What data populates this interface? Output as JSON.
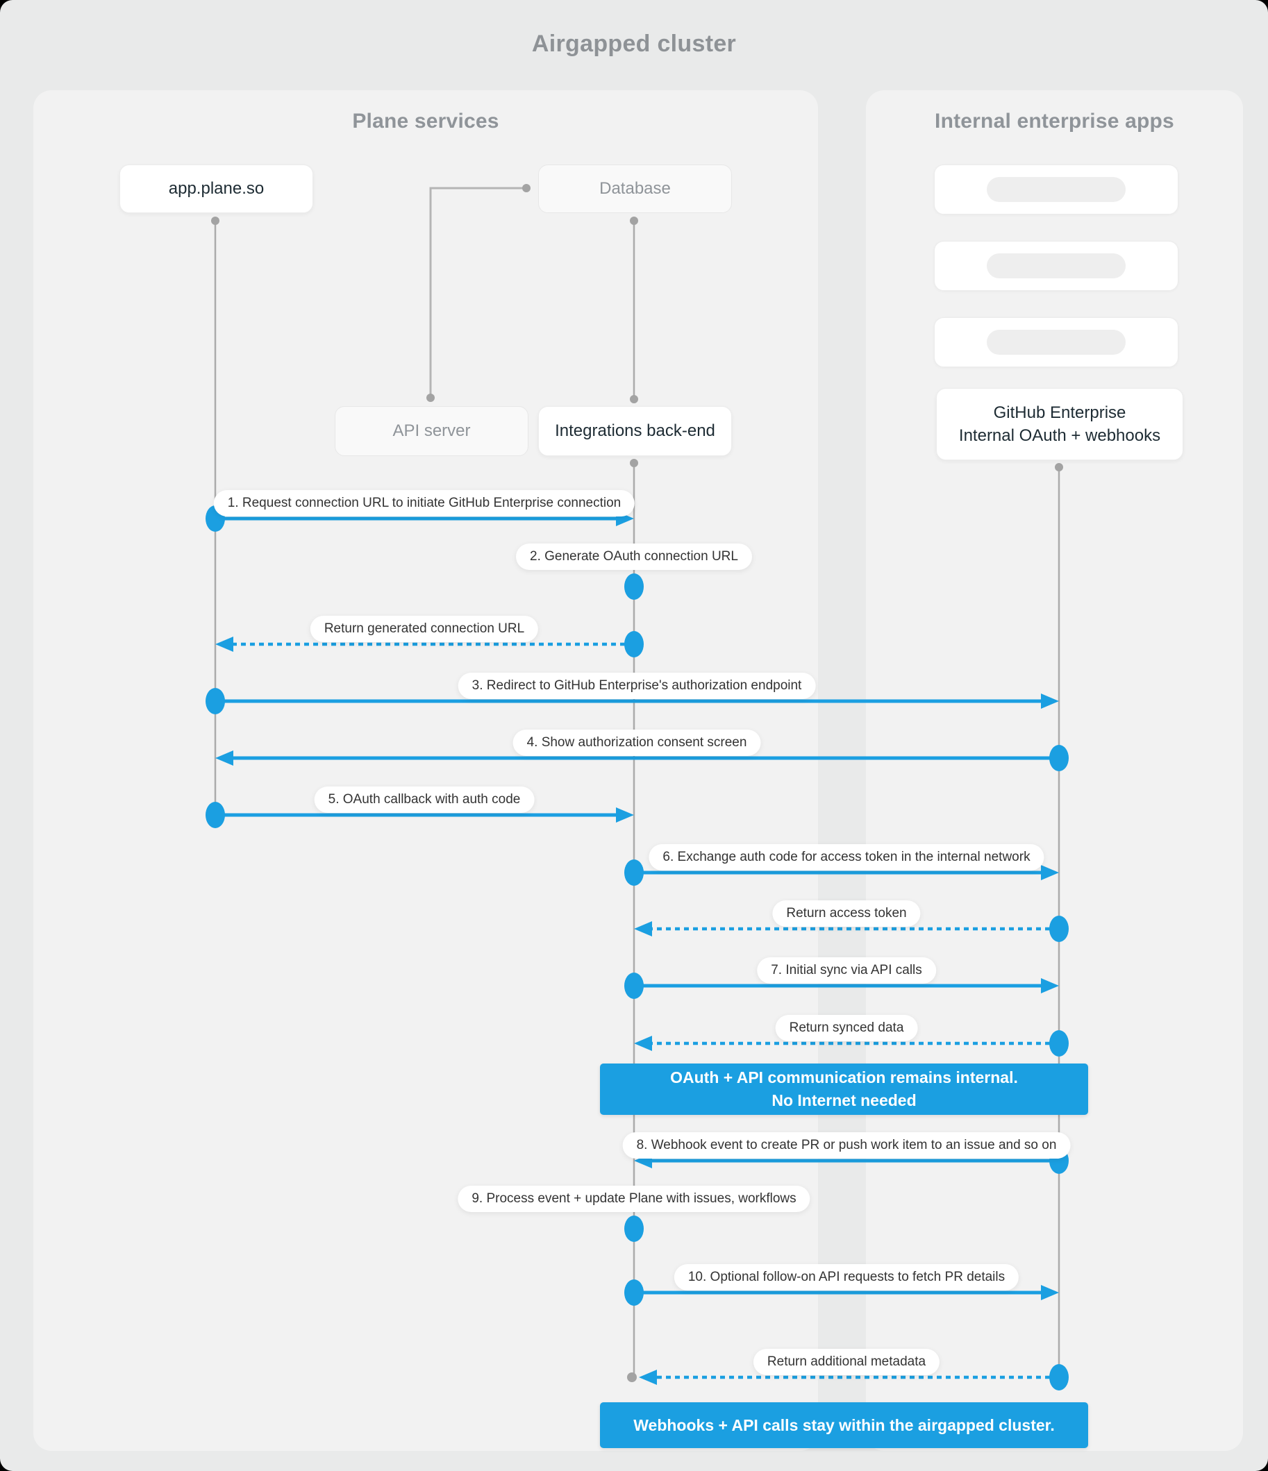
{
  "title": "Airgapped cluster",
  "accent_color": "#1b9fe1",
  "panels": {
    "left": {
      "header": "Plane services"
    },
    "right": {
      "header": "Internal enterprise apps"
    }
  },
  "actors": {
    "app": {
      "label": "app.plane.so"
    },
    "database": {
      "label": "Database"
    },
    "api_server": {
      "label": "API server"
    },
    "integrations": {
      "label": "Integrations back-end"
    },
    "github": {
      "label_line1": "GitHub Enterprise",
      "label_line2": "Internal OAuth + webhooks"
    }
  },
  "messages": [
    {
      "label": "1. Request connection URL to initiate GitHub Enterprise connection",
      "from": "app.plane.so",
      "to": "Integrations back-end",
      "style": "solid"
    },
    {
      "label": "2. Generate OAuth connection URL",
      "from": "Integrations back-end",
      "to": "Integrations back-end",
      "style": "self"
    },
    {
      "label": "Return generated connection URL",
      "from": "Integrations back-end",
      "to": "app.plane.so",
      "style": "dashed"
    },
    {
      "label": "3. Redirect to GitHub Enterprise's authorization endpoint",
      "from": "app.plane.so",
      "to": "GitHub Enterprise",
      "style": "solid"
    },
    {
      "label": "4. Show authorization consent screen",
      "from": "GitHub Enterprise",
      "to": "app.plane.so",
      "style": "solid"
    },
    {
      "label": "5. OAuth callback with auth code",
      "from": "app.plane.so",
      "to": "Integrations back-end",
      "style": "solid"
    },
    {
      "label": "6. Exchange auth code for access token in the internal network",
      "from": "Integrations back-end",
      "to": "GitHub Enterprise",
      "style": "solid"
    },
    {
      "label": "Return access token",
      "from": "GitHub Enterprise",
      "to": "Integrations back-end",
      "style": "dashed"
    },
    {
      "label": "7. Initial sync via API calls",
      "from": "Integrations back-end",
      "to": "GitHub Enterprise",
      "style": "solid"
    },
    {
      "label": "Return synced data",
      "from": "GitHub Enterprise",
      "to": "Integrations back-end",
      "style": "dashed"
    },
    {
      "label": "8. Webhook event to create PR  or push work item to an issue  and so on",
      "from": "GitHub Enterprise",
      "to": "Integrations back-end",
      "style": "solid"
    },
    {
      "label": "9. Process event + update Plane with issues, workflows",
      "from": "Integrations back-end",
      "to": "Integrations back-end",
      "style": "self"
    },
    {
      "label": "10. Optional follow-on API requests to fetch PR details",
      "from": "Integrations back-end",
      "to": "GitHub Enterprise",
      "style": "solid"
    },
    {
      "label": "Return additional metadata",
      "from": "GitHub Enterprise",
      "to": "Integrations back-end",
      "style": "dashed"
    }
  ],
  "banners": [
    {
      "line1": "OAuth + API communication remains internal.",
      "line2": "No Internet needed"
    },
    {
      "line1": "Webhooks + API calls stay within the airgapped cluster."
    }
  ]
}
